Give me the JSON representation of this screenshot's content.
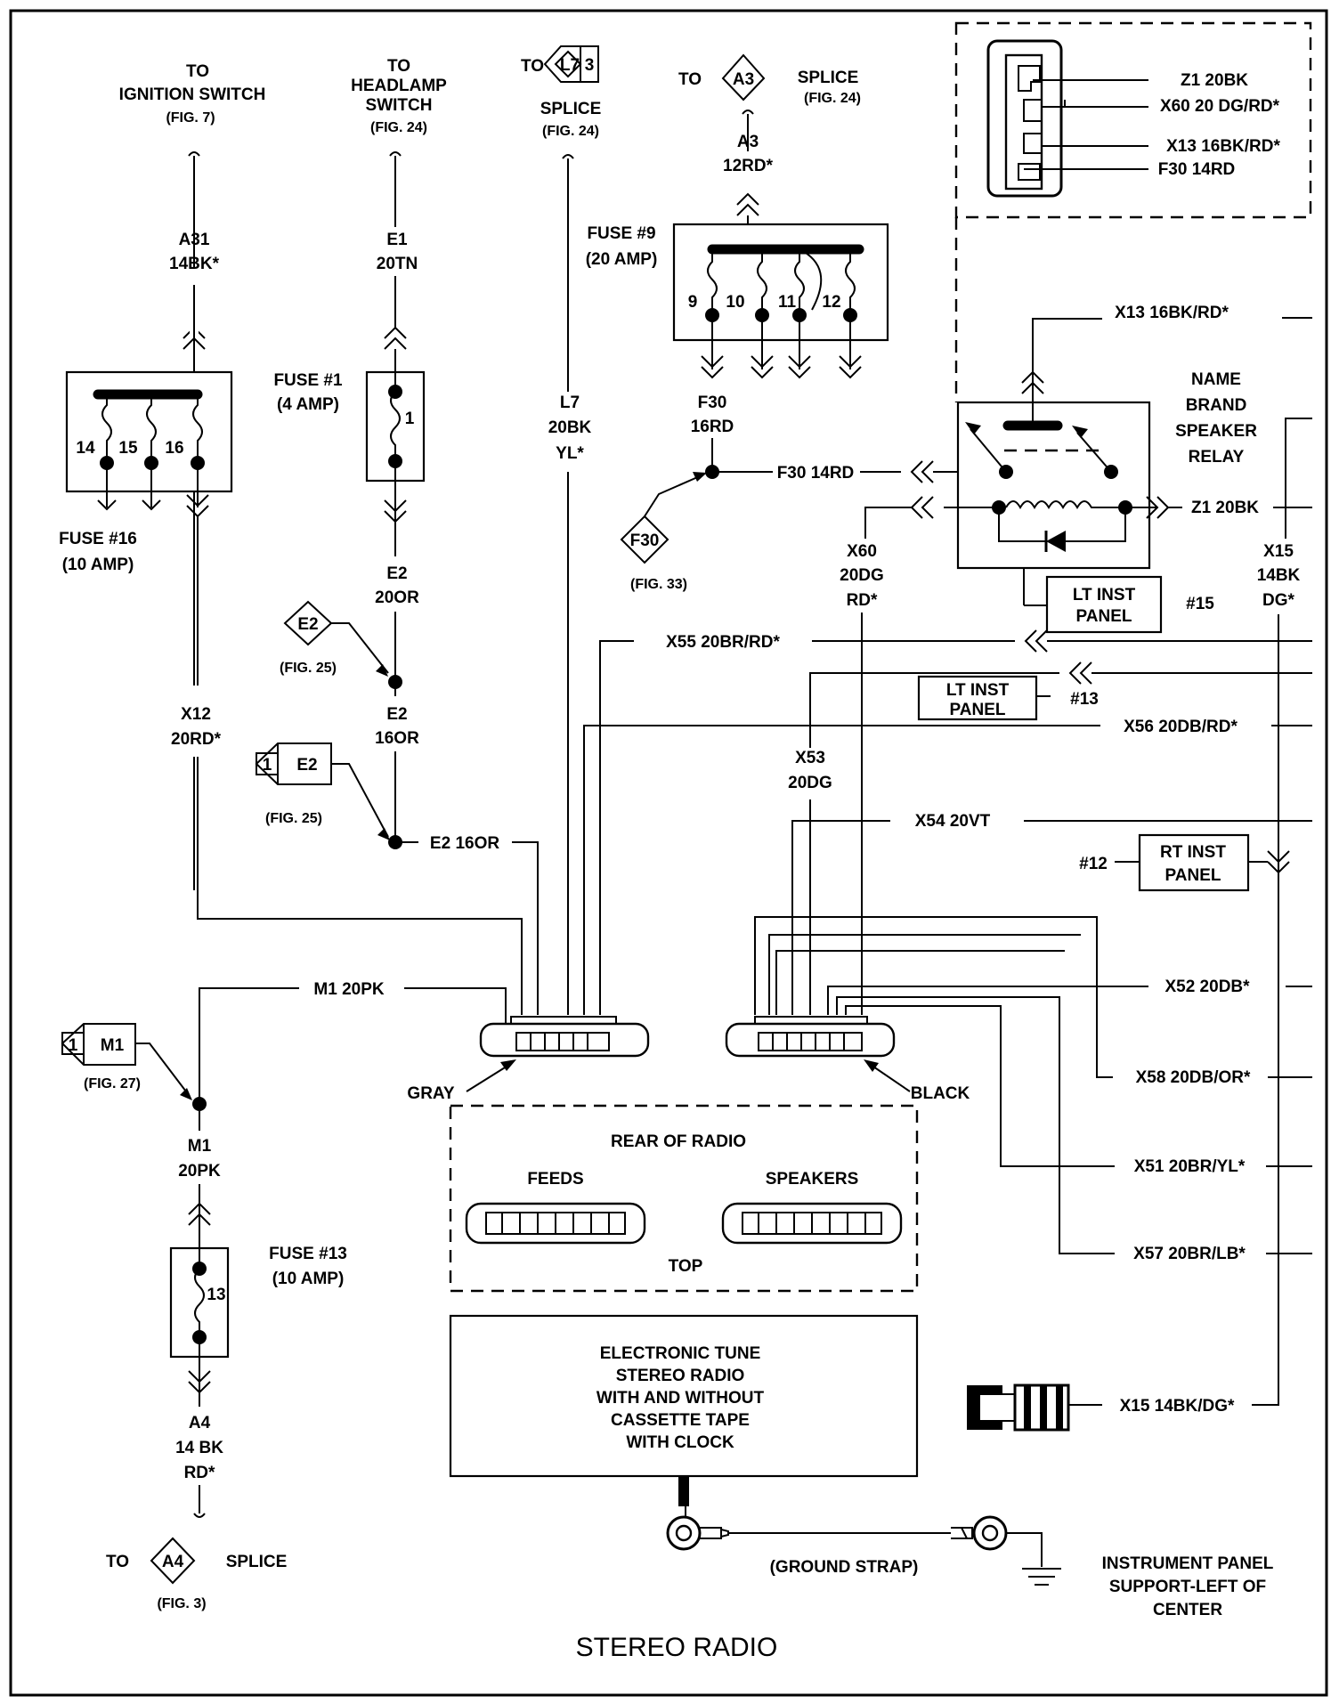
{
  "diagram": {
    "title": "STEREO RADIO",
    "top": {
      "ign_to": "TO",
      "ign_line1": "IGNITION SWITCH",
      "ign_fig": "(FIG. 7)",
      "head_to": "TO",
      "head_line1": "HEADLAMP",
      "head_line2": "SWITCH",
      "head_fig": "(FIG. 24)",
      "l7_to": "TO",
      "l7_code": "L7",
      "l7_num": "3",
      "l7_splice": "SPLICE",
      "l7_fig": "(FIG. 24)",
      "a3_to": "TO",
      "a3_code": "A3",
      "a3_splice": "SPLICE",
      "a3_fig": "(FIG. 24)"
    },
    "wires": {
      "a31_code": "A31",
      "a31_spec": "14BK*",
      "e1_code": "E1",
      "e1_spec": "20TN",
      "a3_code": "A3",
      "a3_spec": "12RD*",
      "l7_code": "L7",
      "l7_spec1": "20BK",
      "l7_spec2": "YL*",
      "f30_code": "F30",
      "f30_spec": "16RD",
      "f30_run": "F30 14RD",
      "x60_code": "X60",
      "x60_spec1": "20DG",
      "x60_spec2": "RD*",
      "x12_code": "X12",
      "x12_spec": "20RD*",
      "e2a_code": "E2",
      "e2a_spec": "20OR",
      "e2b_code": "E2",
      "e2b_spec": "16OR",
      "e2_run": "E2 16OR",
      "x55": "X55 20BR/RD*",
      "x53_code": "X53",
      "x53_spec": "20DG",
      "x54": "X54 20VT",
      "x56": "X56 20DB/RD*",
      "x15_code": "X15",
      "x15_spec1": "14BK",
      "x15_spec2": "DG*",
      "m1_run": "M1 20PK",
      "m1_code": "M1",
      "m1_spec": "20PK",
      "a4_code": "A4",
      "a4_spec1": "14 BK",
      "a4_spec2": "RD*",
      "x52": "X52 20DB*",
      "x58": "X58 20DB/OR*",
      "x51": "X51 20BR/YL*",
      "x57": "X57 20BR/LB*",
      "x15_run": "X15 14BK/DG*",
      "x13_run": "X13 16BK/RD*",
      "z1_run": "Z1 20BK"
    },
    "fuses": {
      "f16_label": "FUSE #16",
      "f16_rating": "(10 AMP)",
      "f16_n14": "14",
      "f16_n15": "15",
      "f16_n16": "16",
      "f1_label": "FUSE #1",
      "f1_rating": "(4 AMP)",
      "f1_n": "1",
      "f9_label": "FUSE #9",
      "f9_rating": "(20 AMP)",
      "f9_n9": "9",
      "f9_n10": "10",
      "f9_n11": "11",
      "f9_n12": "12",
      "f13_label": "FUSE #13",
      "f13_rating": "(10 AMP)",
      "f13_n": "13"
    },
    "refs": {
      "f30_code": "F30",
      "f30_fig": "(FIG. 33)",
      "e2a_code": "E2",
      "e2a_fig": "(FIG. 25)",
      "e2b_num": "1",
      "e2b_code": "E2",
      "e2b_fig": "(FIG. 25)",
      "m1_num": "1",
      "m1_code": "M1",
      "m1_fig": "(FIG. 27)",
      "a4_to": "TO",
      "a4_code": "A4",
      "a4_splice": "SPLICE",
      "a4_fig": "(FIG. 3)"
    },
    "relay": {
      "name1": "NAME",
      "name2": "BRAND",
      "name3": "SPEAKER",
      "name4": "RELAY"
    },
    "connector_inset": {
      "z1": "Z1 20BK",
      "x60": "X60 20 DG/RD*",
      "x13": "X13 16BK/RD*",
      "f30": "F30 14RD"
    },
    "panels": {
      "lt15_line1": "LT INST",
      "lt15_line2": "PANEL",
      "lt15_num": "#15",
      "lt13_line1": "LT INST",
      "lt13_line2": "PANEL",
      "lt13_num": "#13",
      "rt12_line1": "RT INST",
      "rt12_line2": "PANEL",
      "rt12_num": "#12"
    },
    "radio": {
      "gray": "GRAY",
      "black": "BLACK",
      "rear_title": "REAR OF RADIO",
      "feeds": "FEEDS",
      "speakers": "SPEAKERS",
      "top": "TOP",
      "desc1": "ELECTRONIC TUNE",
      "desc2": "STEREO RADIO",
      "desc3": "WITH AND WITHOUT",
      "desc4": "CASSETTE TAPE",
      "desc5": "WITH CLOCK"
    },
    "ground": {
      "strap": "(GROUND STRAP)",
      "loc1": "INSTRUMENT PANEL",
      "loc2": "SUPPORT-LEFT OF",
      "loc3": "CENTER"
    }
  }
}
